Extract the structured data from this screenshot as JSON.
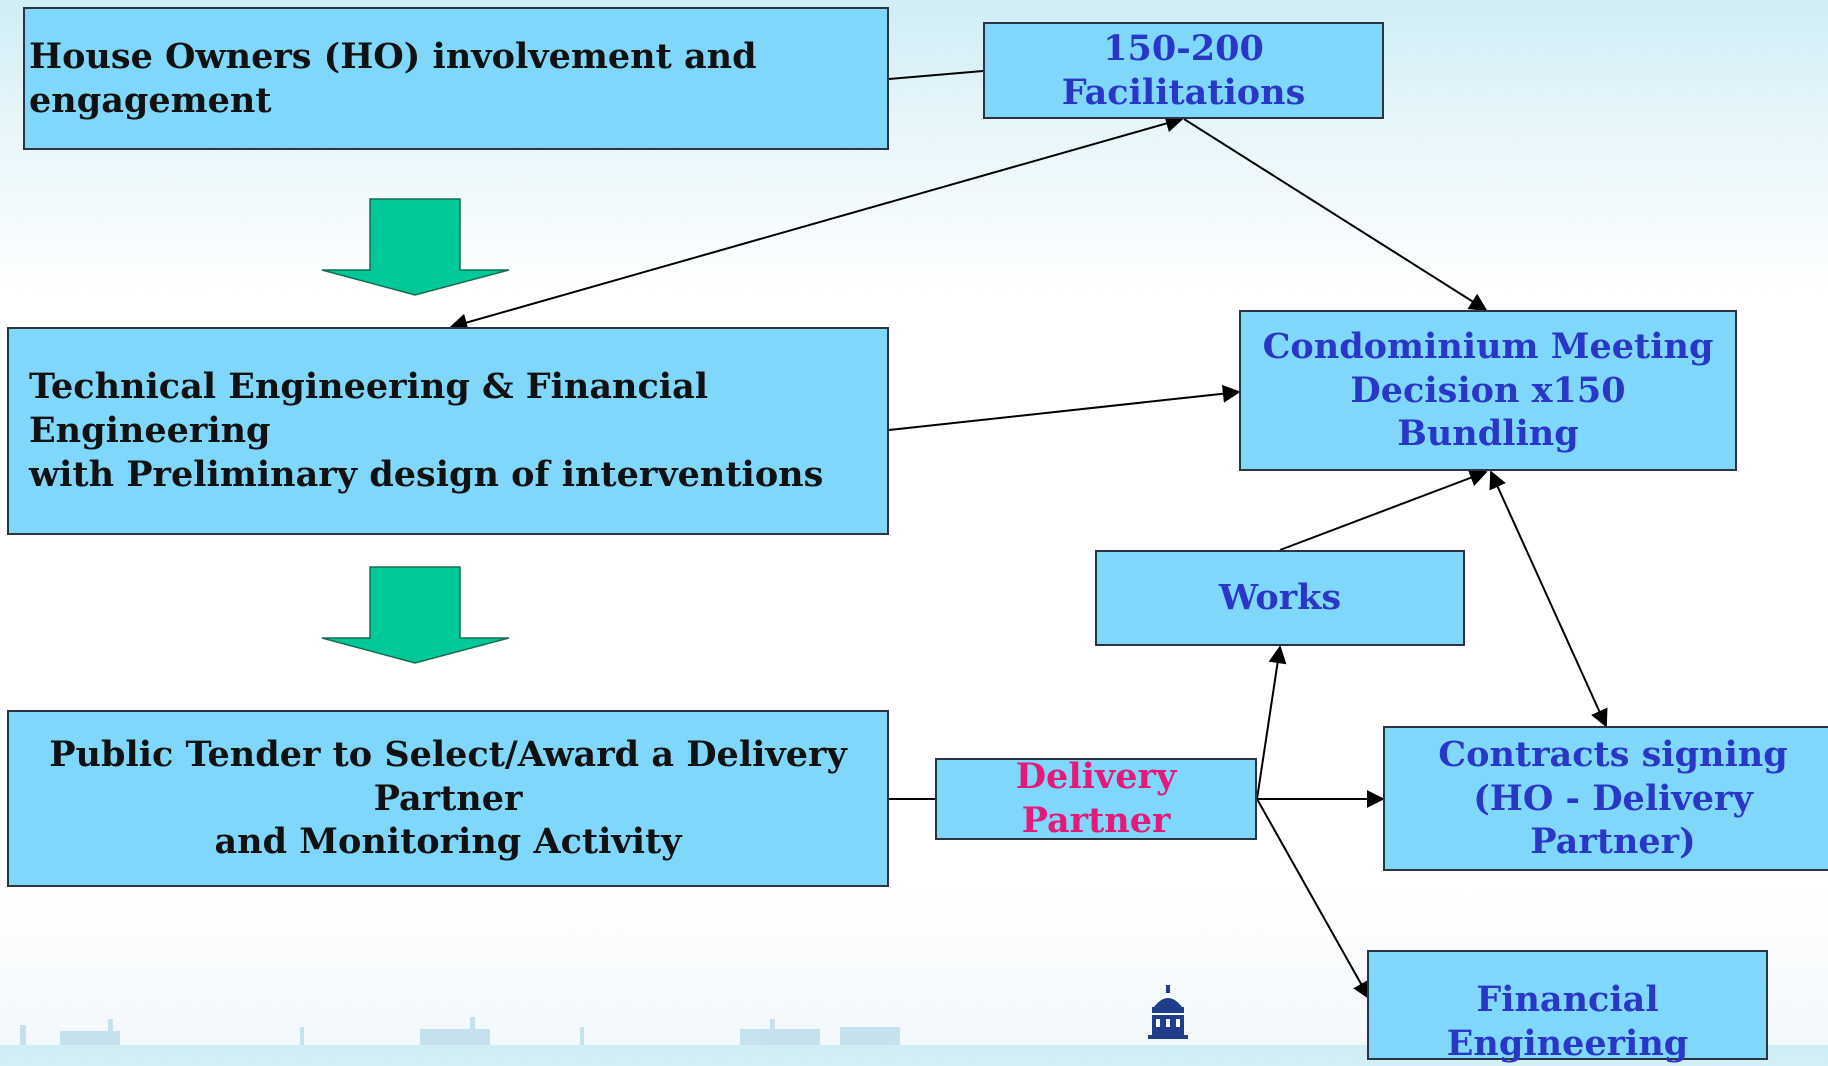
{
  "diagram": {
    "boxes": {
      "house_owners": "House Owners (HO)  involvement and engagement",
      "facilitations": "150-200 Facilitations",
      "technical": "Technical Engineering  &  Financial Engineering\nwith Preliminary design of interventions",
      "condominium": "Condominium Meeting\nDecision x150\nBundling",
      "works": "Works",
      "tender": "Public Tender to Select/Award a Delivery Partner\nand Monitoring Activity",
      "delivery_partner": "Delivery Partner",
      "contracts": "Contracts signing\n(HO - Delivery Partner)",
      "financial": "Financial Engineering"
    },
    "colors": {
      "box_fill": "#7fd8fb",
      "box_border": "#2b3440",
      "flow_arrow": "#00c896",
      "blue_text": "#2a36c8",
      "pink_text": "#e6197b"
    }
  }
}
